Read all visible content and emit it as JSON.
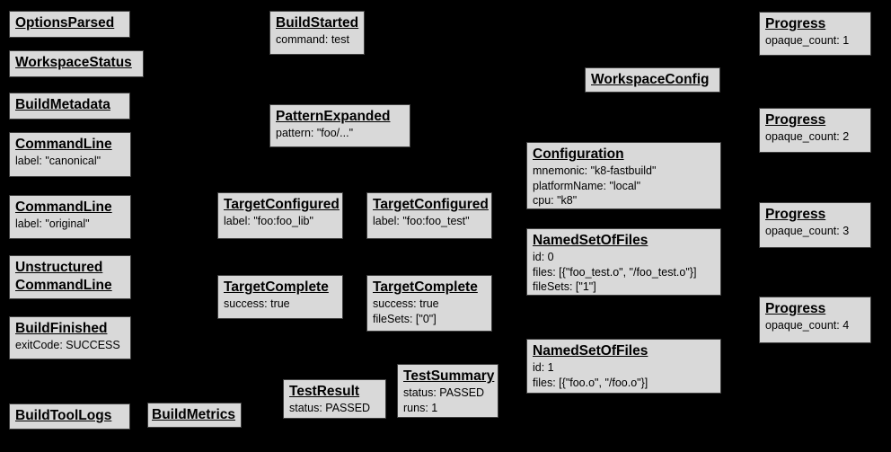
{
  "diagram": {
    "description": "Build event protocol event graph",
    "colors": {
      "background": "#000000",
      "node_fill": "#d9d9d9",
      "node_border": "#3f3f3f",
      "text": "#000000"
    }
  },
  "nodes": [
    {
      "title": "OptionsParsed",
      "lines": []
    },
    {
      "title": "WorkspaceStatus",
      "lines": []
    },
    {
      "title": "BuildMetadata",
      "lines": []
    },
    {
      "title": "CommandLine",
      "lines": [
        "label: \"canonical\""
      ]
    },
    {
      "title": "CommandLine",
      "lines": [
        "label: \"original\""
      ]
    },
    {
      "title": "Unstructured CommandLine",
      "lines": []
    },
    {
      "title": "BuildFinished",
      "lines": [
        "exitCode: SUCCESS"
      ]
    },
    {
      "title": "BuildToolLogs",
      "lines": []
    },
    {
      "title": "BuildStarted",
      "lines": [
        "command: test"
      ]
    },
    {
      "title": "PatternExpanded",
      "lines": [
        "pattern: \"foo/...\""
      ]
    },
    {
      "title": "TargetConfigured",
      "lines": [
        "label: \"foo:foo_lib\""
      ]
    },
    {
      "title": "TargetConfigured",
      "lines": [
        "label: \"foo:foo_test\""
      ]
    },
    {
      "title": "TargetComplete",
      "lines": [
        "success: true"
      ]
    },
    {
      "title": "TargetComplete",
      "lines": [
        "success: true",
        "fileSets: [\"0\"]"
      ]
    },
    {
      "title": "TestResult",
      "lines": [
        "status: PASSED"
      ]
    },
    {
      "title": "TestSummary",
      "lines": [
        "status: PASSED",
        "runs: 1"
      ]
    },
    {
      "title": "BuildMetrics",
      "lines": []
    },
    {
      "title": "WorkspaceConfig",
      "lines": []
    },
    {
      "title": "Configuration",
      "lines": [
        "mnemonic: \"k8-fastbuild\"",
        "platformName: \"local\"",
        "cpu: \"k8\""
      ]
    },
    {
      "title": "NamedSetOfFiles",
      "lines": [
        "id: 0",
        "files: [{\"foo_test.o\", \"/foo_test.o\"}]",
        "fileSets: [\"1\"]"
      ]
    },
    {
      "title": "NamedSetOfFiles",
      "lines": [
        "id: 1",
        "files: [{\"foo.o\", \"/foo.o\"}]"
      ]
    },
    {
      "title": "Progress",
      "lines": [
        "opaque_count: 1"
      ]
    },
    {
      "title": "Progress",
      "lines": [
        "opaque_count: 2"
      ]
    },
    {
      "title": "Progress",
      "lines": [
        "opaque_count: 3"
      ]
    },
    {
      "title": "Progress",
      "lines": [
        "opaque_count: 4"
      ]
    }
  ]
}
